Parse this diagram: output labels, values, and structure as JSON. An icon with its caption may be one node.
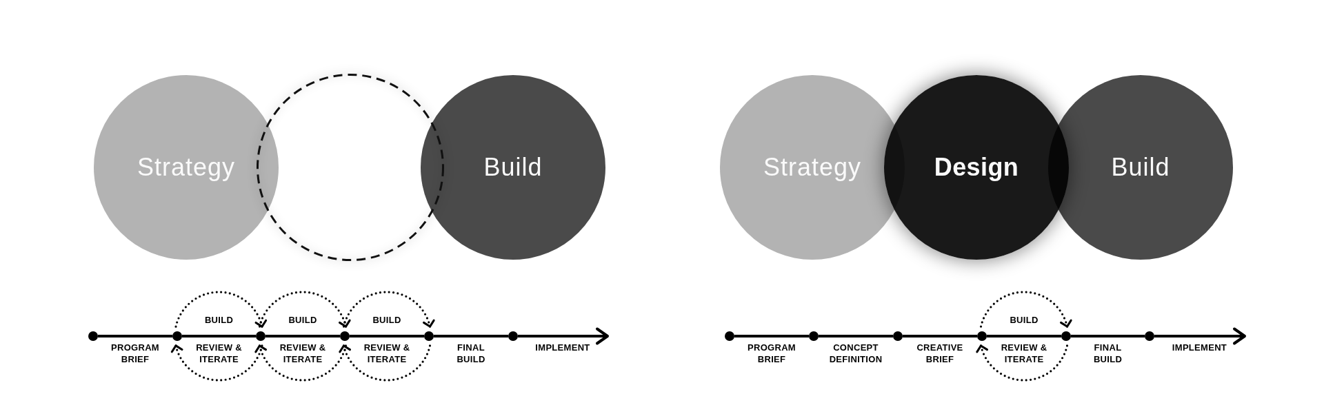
{
  "diagram": {
    "nodes": [
      {
        "text": [
          "Strategy"
        ]
      },
      {
        "text": [],
        "shape": "circle"
      },
      {
        "text": [
          "Build"
        ]
      },
      {
        "text": [],
        "shape": "circle"
      },
      {
        "text": [],
        "shape": "circle"
      },
      {
        "text": [],
        "shape": "circle"
      },
      {
        "text": [],
        "shape": "circle"
      },
      {
        "text": [],
        "shape": "circle"
      },
      {
        "text": [],
        "shape": "circle"
      },
      {
        "text": [
          "Strategy"
        ]
      },
      {
        "text": [
          "Design"
        ]
      },
      {
        "text": [
          "Build"
        ]
      },
      {
        "text": [],
        "shape": "circle"
      },
      {
        "text": [],
        "shape": "circle"
      },
      {
        "text": [],
        "shape": "circle"
      },
      {
        "text": [],
        "shape": "circle"
      },
      {
        "text": [],
        "shape": "circle"
      },
      {
        "text": [],
        "shape": "circle"
      }
    ],
    "edges": [
      {
        "from": 3,
        "to": 4,
        "arrow": "none",
        "label": "PROGRAM BRIEF"
      },
      {
        "from": 4,
        "to": 5,
        "arrow": "none",
        "label": "REVIEW & ITERATE"
      },
      {
        "from": 4,
        "to": 5,
        "arrow": "to",
        "style": "dashed",
        "label": "BUILD"
      },
      {
        "from": 5,
        "to": 4,
        "arrow": "to",
        "style": "dashed"
      },
      {
        "from": 5,
        "to": 6,
        "arrow": "none",
        "label": "REVIEW & ITERATE"
      },
      {
        "from": 5,
        "to": 6,
        "arrow": "to",
        "style": "dashed",
        "label": "BUILD"
      },
      {
        "from": 6,
        "to": 5,
        "arrow": "to",
        "style": "dashed"
      },
      {
        "from": 6,
        "to": 7,
        "arrow": "none",
        "label": "REVIEW & ITERATE"
      },
      {
        "from": 6,
        "to": 7,
        "arrow": "to",
        "style": "dashed",
        "label": "BUILD"
      },
      {
        "from": 7,
        "to": 6,
        "arrow": "to",
        "style": "dashed"
      },
      {
        "from": 7,
        "to": 8,
        "arrow": "none",
        "label": "FINAL BUILD"
      },
      {
        "from": 8,
        "to": null,
        "arrow": "to",
        "label": "IMPLEMENT"
      },
      {
        "from": 12,
        "to": 13,
        "arrow": "none",
        "label": "PROGRAM BRIEF"
      },
      {
        "from": 13,
        "to": 14,
        "arrow": "none",
        "label": "CONCEPT DEFINITION"
      },
      {
        "from": 14,
        "to": 15,
        "arrow": "none",
        "label": "CREATIVE BRIEF"
      },
      {
        "from": 15,
        "to": 16,
        "arrow": "none",
        "label": "REVIEW & ITERATE"
      },
      {
        "from": 15,
        "to": 16,
        "arrow": "to",
        "style": "dashed",
        "label": "BUILD"
      },
      {
        "from": 16,
        "to": 15,
        "arrow": "to",
        "style": "dashed"
      },
      {
        "from": 16,
        "to": 17,
        "arrow": "none",
        "label": "FINAL BUILD"
      },
      {
        "from": 17,
        "to": null,
        "arrow": "to",
        "label": "IMPLEMENT"
      }
    ]
  }
}
